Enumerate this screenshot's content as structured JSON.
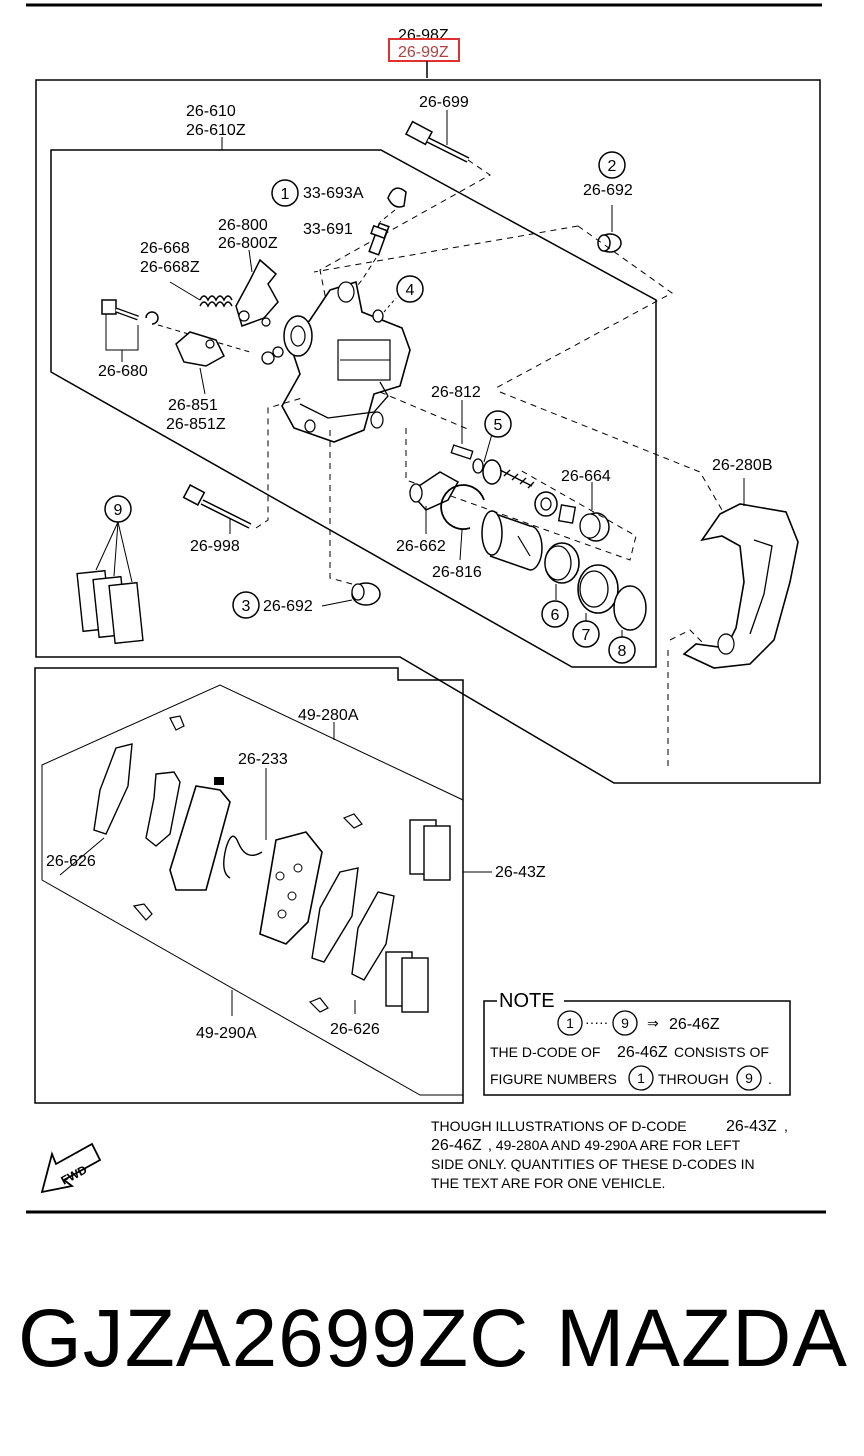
{
  "top_codes": {
    "line1": "26-98Z",
    "line2": "26-99Z"
  },
  "highlight_color": "#e03030",
  "labels": {
    "l_26_699": "26-699",
    "l_26_610": "26-610",
    "l_26_610Z": "26-610Z",
    "l_33_693A": "33-693A",
    "l_26_692_top": "26-692",
    "l_26_800": "26-800",
    "l_26_800Z": "26-800Z",
    "l_33_691": "33-691",
    "l_26_668": "26-668",
    "l_26_668Z": "26-668Z",
    "l_26_680": "26-680",
    "l_26_851": "26-851",
    "l_26_851Z": "26-851Z",
    "l_26_812": "26-812",
    "l_26_664": "26-664",
    "l_26_280B": "26-280B",
    "l_26_998": "26-998",
    "l_26_662": "26-662",
    "l_26_816": "26-816",
    "l_26_692_bottom": "26-692",
    "l_49_280A": "49-280A",
    "l_26_233": "26-233",
    "l_26_626_left": "26-626",
    "l_26_43Z": "26-43Z",
    "l_49_290A": "49-290A",
    "l_26_626_bottom": "26-626"
  },
  "callouts": {
    "c1": "1",
    "c2": "2",
    "c3": "3",
    "c4": "4",
    "c5": "5",
    "c6": "6",
    "c7": "7",
    "c8": "8",
    "c9": "9"
  },
  "note": {
    "title": "NOTE",
    "range_start": "1",
    "dots": "·····",
    "range_end": "9",
    "arrow": "⇒",
    "result_code": "26-46Z",
    "line1a": "THE D-CODE OF ",
    "line1b": "26-46Z",
    "line1c": " CONSISTS OF",
    "line2a": "FIGURE NUMBERS",
    "line2b": "1",
    "line2c": "THROUGH",
    "line2d": "9",
    "line2e": "."
  },
  "remark": {
    "line1a": "THOUGH ILLUSTRATIONS OF D-CODE ",
    "line1b": "26-43Z",
    "line1c": " ,",
    "line2a": "26-46Z",
    "line2b": " , 49-280A AND 49-290A ARE FOR LEFT",
    "line3": "SIDE ONLY. QUANTITIES OF THESE D-CODES IN",
    "line4": "THE TEXT ARE FOR ONE VEHICLE."
  },
  "fwd_label": "FWD",
  "caption": {
    "part_number": "GJZA2699ZC",
    "brand": "MAZDA"
  }
}
